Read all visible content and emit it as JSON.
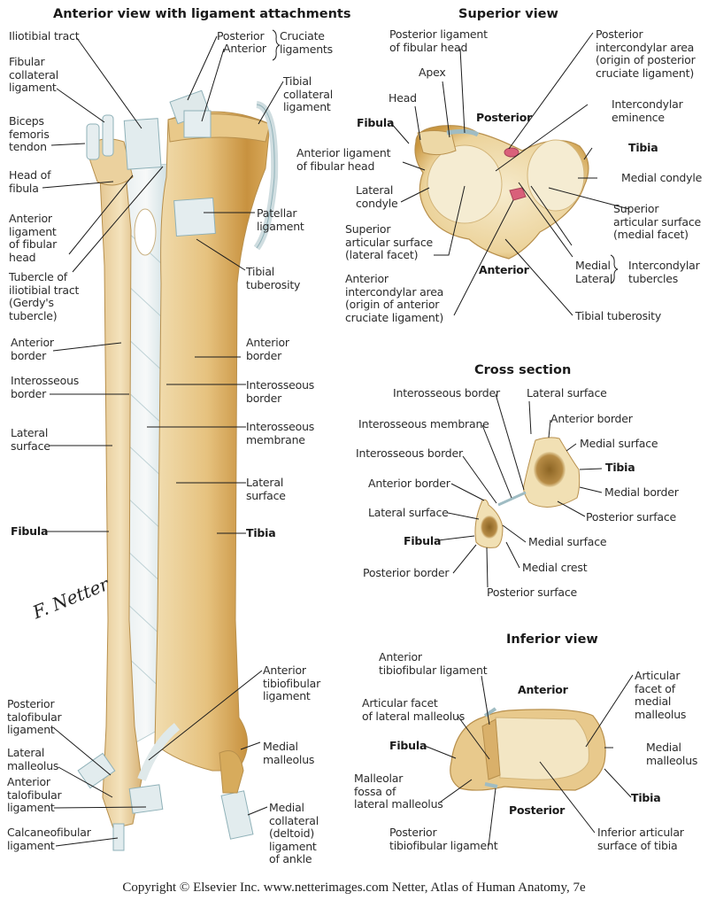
{
  "colors": {
    "bone": "#e9c98a",
    "bone_dark": "#c99a4a",
    "bone_light": "#f3e2bb",
    "ligament": "#dfe9ea",
    "ligament_shade": "#9fbcc3",
    "pink": "#d9607a",
    "marrow": "#a07630",
    "line": "#1c1c1c"
  },
  "anterior_view": {
    "title": "Anterior view with ligament attachments",
    "labels": {
      "iliotibial_tract": "Iliotibial tract",
      "posterior": "Posterior",
      "anterior": "Anterior",
      "cruciate_ligaments": "Cruciate\nligaments",
      "fibular_collateral": "Fibular\ncollateral\nligament",
      "tibial_collateral": "Tibial\ncollateral\nligament",
      "biceps_femoris": "Biceps\nfemoris\ntendon",
      "head_of_fibula": "Head of\nfibula",
      "anterior_lig_fibular_head": "Anterior\nligament\nof fibular\nhead",
      "patellar_ligament": "Patellar\nligament",
      "tubercle_iliotibial": "Tubercle of\niliotibial tract\n(Gerdy's\ntubercle)",
      "tibial_tuberosity": "Tibial\ntuberosity",
      "fib_anterior_border": "Anterior\nborder",
      "tib_anterior_border": "Anterior\nborder",
      "fib_interosseous_border": "Interosseous\nborder",
      "tib_interosseous_border": "Interosseous\nborder",
      "fib_lateral_surface": "Lateral\nsurface",
      "interosseous_membrane": "Interosseous\nmembrane",
      "tib_lateral_surface": "Lateral\nsurface",
      "fibula": "Fibula",
      "tibia": "Tibia",
      "anterior_tibiofibular": "Anterior\ntibiofibular\nligament",
      "posterior_talofibular": "Posterior\ntalofibular\nligament",
      "lateral_malleolus": "Lateral\nmalleolus",
      "medial_malleolus": "Medial\nmalleolus",
      "anterior_talofibular": "Anterior\ntalofibular\nligament",
      "calcaneofibular": "Calcaneofibular\nligament",
      "medial_collateral": "Medial\ncollateral\n(deltoid)\nligament\nof ankle"
    },
    "signature": "F. Netter M.D."
  },
  "superior_view": {
    "title": "Superior view",
    "labels": {
      "posterior_lig_fibular_head": "Posterior ligament\nof fibular head",
      "posterior_intercondylar_area": "Posterior\nintercondylar area\n(origin of posterior\ncruciate ligament)",
      "apex": "Apex",
      "head": "Head",
      "intercondylar_eminence": "Intercondylar\neminence",
      "posterior": "Posterior",
      "fibula": "Fibula",
      "tibia": "Tibia",
      "anterior_lig_fibular_head": "Anterior ligament\nof fibular head",
      "medial_condyle": "Medial condyle",
      "lateral_condyle": "Lateral\ncondyle",
      "superior_medial_facet": "Superior\narticular surface\n(medial facet)",
      "superior_lateral_facet": "Superior\narticular surface\n(lateral facet)",
      "medial": "Medial",
      "lateral": "Lateral",
      "intercondylar_tubercles": "Intercondylar\ntubercles",
      "anterior": "Anterior",
      "anterior_intercondylar_area": "Anterior\nintercondylar area\n(origin of anterior\ncruciate ligament)",
      "tibial_tuberosity": "Tibial tuberosity"
    }
  },
  "cross_section": {
    "title": "Cross section",
    "labels": {
      "interosseous_border_tibia": "Interosseous border",
      "lateral_surface_tibia": "Lateral surface",
      "anterior_border_tibia": "Anterior border",
      "interosseous_membrane": "Interosseous membrane",
      "medial_surface_tibia": "Medial surface",
      "interosseous_border_fibula": "Interosseous border",
      "tibia": "Tibia",
      "anterior_border_fibula": "Anterior border",
      "medial_border_tibia": "Medial border",
      "lateral_surface_fibula": "Lateral surface",
      "posterior_surface_tibia": "Posterior surface",
      "fibula": "Fibula",
      "medial_surface_fibula": "Medial surface",
      "posterior_border_fibula": "Posterior border",
      "medial_crest": "Medial crest",
      "posterior_surface_fibula": "Posterior surface"
    }
  },
  "inferior_view": {
    "title": "Inferior view",
    "labels": {
      "anterior_tibiofibular": "Anterior\ntibiofibular ligament",
      "articular_facet_medial": "Articular\nfacet of\nmedial\nmalleolus",
      "anterior": "Anterior",
      "articular_facet_lateral": "Articular facet\nof lateral malleolus",
      "fibula": "Fibula",
      "medial_malleolus": "Medial\nmalleolus",
      "malleolar_fossa": "Malleolar\nfossa of\nlateral malleolus",
      "tibia": "Tibia",
      "posterior": "Posterior",
      "posterior_tibiofibular": "Posterior\ntibiofibular ligament",
      "inferior_articular_surface": "Inferior articular\nsurface of tibia"
    }
  },
  "copyright": "Copyright © Elsevier Inc.  www.netterimages.com Netter, Atlas of Human Anatomy, 7e"
}
